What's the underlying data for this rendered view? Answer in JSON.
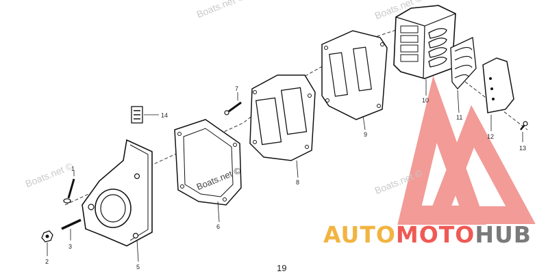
{
  "watermarks": {
    "top_right": "Boats.net ©",
    "left": "Boats.net ©",
    "center": "Boats.net ©",
    "top_mid": "Boats.net ©",
    "right_mid": "Boats.net ©"
  },
  "callouts": [
    "1",
    "2",
    "3",
    "5",
    "6",
    "7",
    "8",
    "9",
    "10",
    "11",
    "12",
    "13",
    "14"
  ],
  "page_number": "19",
  "logo": {
    "part1": "AUTO",
    "part2": "MOTO",
    "part3": "HUB",
    "colors": {
      "auto": "#f2b441",
      "moto": "#ef5a55",
      "hub": "#7a7a7a",
      "mark": "#f08a85"
    }
  }
}
